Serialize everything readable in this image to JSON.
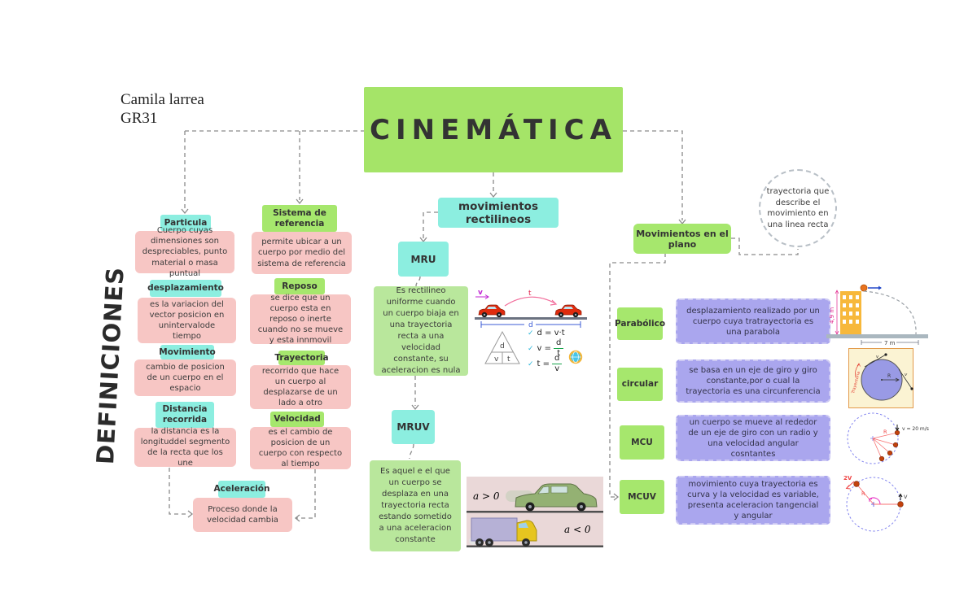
{
  "meta": {
    "author_line1": "Camila larrea",
    "author_line2": "GR31"
  },
  "sidebar": {
    "label": "DEFINICIONES"
  },
  "title": {
    "text": "CINEMÁTICA"
  },
  "colors": {
    "green": "#a6e76d",
    "cyan": "#8ceee0",
    "pink": "#f7c6c4",
    "purple": "#aaa6ee"
  },
  "definitions_col1": [
    {
      "term": "Particula",
      "definition": "Cuerpo cuyas dimensiones son despreciables, punto material o masa puntual"
    },
    {
      "term": "desplazamiento",
      "definition": "es la variacion del vector posicion en unintervalode tiempo"
    },
    {
      "term": "Movimiento",
      "definition": "cambio de posicion de un cuerpo en el espacio"
    },
    {
      "term": "Distancia recorrida",
      "definition": "la distancia es la longituddel segmento de la recta que los une"
    },
    {
      "term": "Aceleración",
      "definition": "Proceso donde la velocidad cambia"
    }
  ],
  "definitions_col2": [
    {
      "term": "Sistema de referencia",
      "definition": "permite ubicar a un cuerpo por medio del sistema de referencia"
    },
    {
      "term": "Reposo",
      "definition": "se dice que un cuerpo esta en reposo o inerte cuando no se mueve y esta innmovil"
    },
    {
      "term": "Trayectoria",
      "definition": "recorrido que hace un cuerpo al desplazarse de un lado a otro"
    },
    {
      "term": "Velocidad",
      "definition": "es el cambio de posicion de un cuerpo con respecto al tiempo"
    }
  ],
  "rectilineos": {
    "header": "movimientos rectilineos",
    "mru_label": "MRU",
    "mru_description": "Es rectilineo uniforme cuando un cuerpo biaja en una trayectoria recta a una velocidad constante, su aceleracion es nula",
    "mruv_label": "MRUV",
    "mruv_description": "Es aquel e el que un cuerpo se desplaza en una trayectoria recta estando sometido a una aceleracion constante"
  },
  "mru_diagram": {
    "v_label": "v",
    "t_label": "t",
    "d_label": "d",
    "triangle": {
      "top": "d",
      "left": "v",
      "right": "t"
    },
    "check": "✓",
    "formula1": "d = v·t",
    "formula2": {
      "lhs": "v =",
      "num": "d",
      "den": "t"
    },
    "formula3": {
      "lhs": "t =",
      "num": "d",
      "den": "v"
    }
  },
  "mruv_diagram": {
    "accel_positive": "a > 0",
    "accel_negative": "a < 0"
  },
  "plano": {
    "header": "Movimientos en el plano",
    "note": "trayectoria que describe el movimiento en una linea recta",
    "items": [
      {
        "term": "Parabólico",
        "description": "desplazamiento realizado por un cuerpo cuya tratrayectoria es una parabola"
      },
      {
        "term": "circular",
        "description": "se basa en un eje de giro y giro constante,por o cual la trayectoria es una circunferencia"
      },
      {
        "term": "MCU",
        "description": "un cuerpo se mueve al rededor de un eje de giro con un radio y una velocidad angular cosntantes"
      },
      {
        "term": "MCUV",
        "description": "movimiento cuya trayectoria es curva y la velocidad es variable, presenta aceleracion tangencial y angular"
      }
    ]
  },
  "parabolic_diagram": {
    "height_label": "4,9 m",
    "distance_label": "7 m"
  },
  "circular_diagram": {
    "radius_label": "R",
    "trajectory_label": "Trayectoria",
    "v1_label": "v",
    "v2_label": "v"
  },
  "mcu_diagram": {
    "radius_label": "R",
    "velocity_label": "v = 20 m/s"
  },
  "mcuv_diagram": {
    "radius_label": "R",
    "v_label": "V",
    "v2_label": "2V"
  }
}
